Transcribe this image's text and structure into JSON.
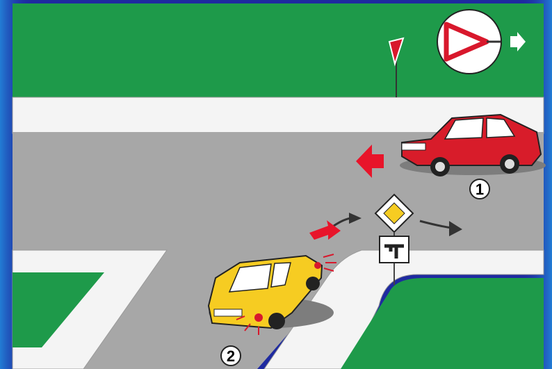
{
  "scene": {
    "colors": {
      "frame": "#1e2aa0",
      "grass": "#1e9a4a",
      "road": "#a7a7a7",
      "sidewalk": "#f4f4f4",
      "car_red": "#d81c2a",
      "car_yellow": "#f6cc22",
      "sign_red": "#d8182c"
    },
    "icons": {
      "inset": "yield-sign-icon",
      "inset_arrow": "right-arrow-icon",
      "flag_sign": "yield-flag-icon",
      "priority": "priority-road-diamond-icon",
      "junction": "t-junction-plate-icon"
    },
    "vehicles": [
      {
        "id": "car-1",
        "label": "1",
        "color": "red"
      },
      {
        "id": "car-2",
        "label": "2",
        "color": "yellow"
      }
    ]
  }
}
